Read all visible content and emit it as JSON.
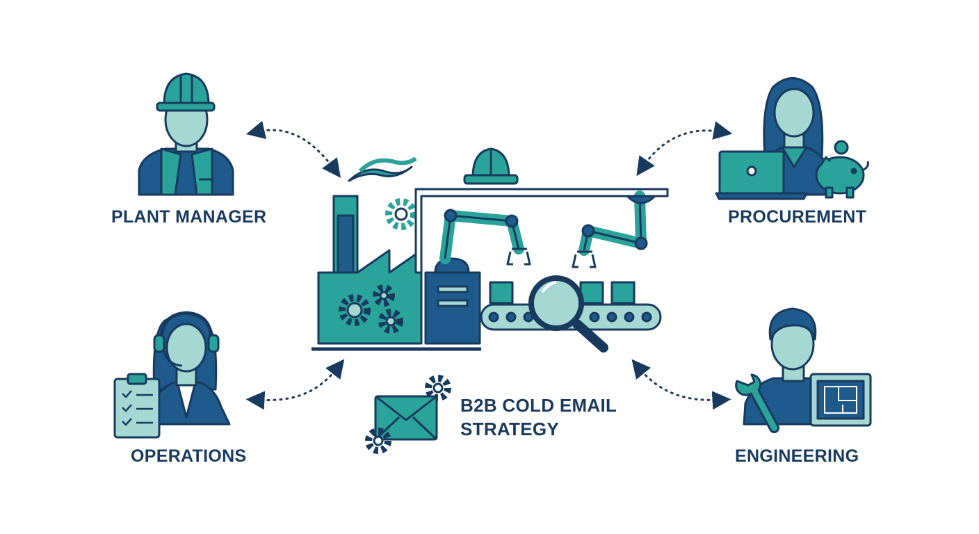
{
  "roles": {
    "plant_manager": "PLANT MANAGER",
    "procurement": "PROCUREMENT",
    "operations": "OPERATIONS",
    "engineering": "ENGINEERING"
  },
  "center": {
    "title_line1": "B2B COLD EMAIL",
    "title_line2": "STRATEGY"
  },
  "colors": {
    "navy": "#173a5e",
    "teal": "#2aa39a",
    "blue": "#1e5a8c",
    "skin": "#a6d8d3",
    "line": "#173a5e"
  },
  "icons": [
    "hard-hat-icon",
    "headset-icon",
    "laptop-icon",
    "piggy-bank-icon",
    "clipboard-icon",
    "wrench-icon",
    "blueprint-icon",
    "factory-icon",
    "gear-icon",
    "robot-arm-icon",
    "magnifier-icon",
    "conveyor-icon",
    "box-icon",
    "envelope-icon",
    "smoke-icon"
  ]
}
